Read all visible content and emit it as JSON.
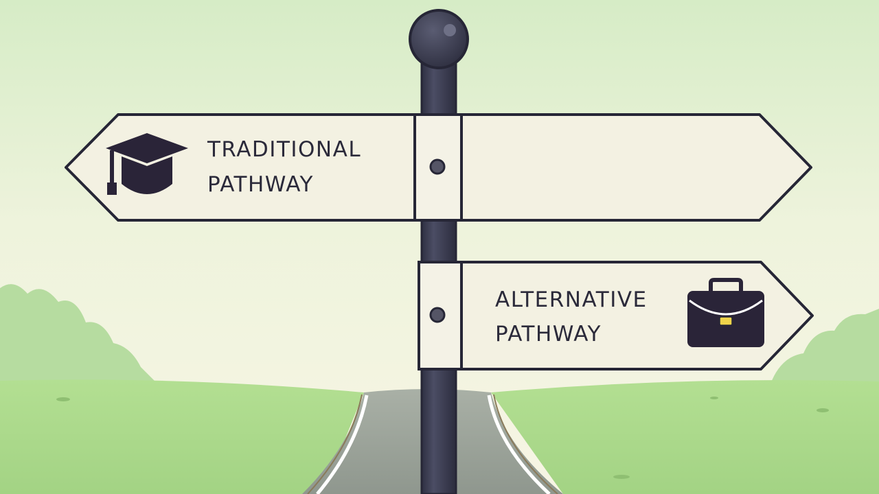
{
  "signs": [
    {
      "id": "traditional",
      "line1": "TRADITIONAL",
      "line2": "PATHWAY",
      "icon": "graduation-cap-icon"
    },
    {
      "id": "alternative",
      "line1": "ALTERNATIVE",
      "line2": "PATHWAY",
      "icon": "briefcase-icon"
    }
  ],
  "colors": {
    "sky_top": "#d9edc9",
    "sky_bottom": "#f6f5e3",
    "grass": "#a9d98a",
    "road": "#9aa39a",
    "post": "#3a3b4f",
    "sign_face": "#f3f1e2",
    "outline": "#262636",
    "icon": "#2a2438",
    "clasp_accent": "#f0d44a"
  }
}
